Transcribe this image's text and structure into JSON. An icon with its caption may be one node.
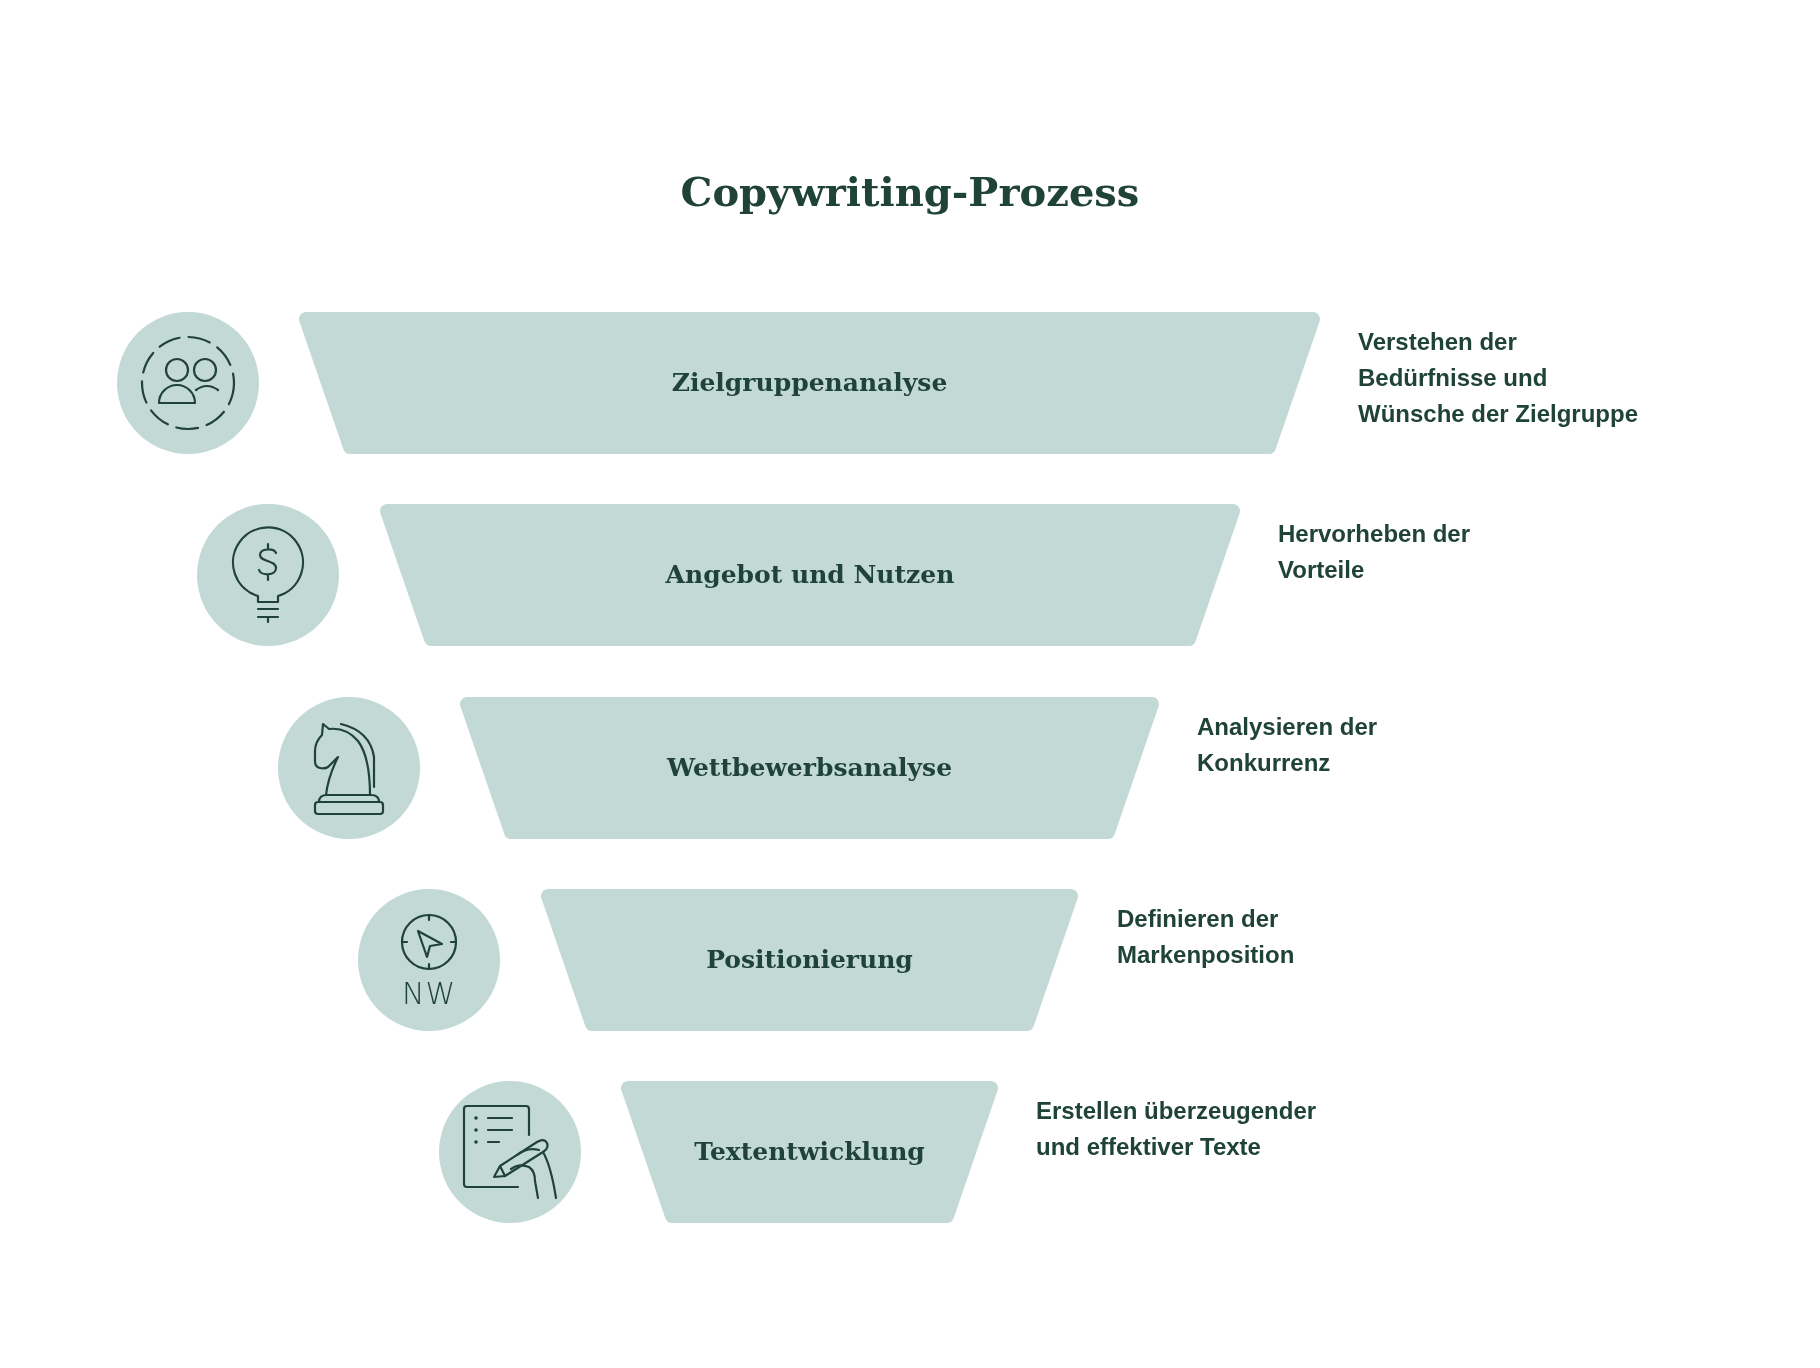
{
  "diagram": {
    "title": "Copywriting-Prozess",
    "nodes": [
      {
        "text": [
          "Zielgruppenanalyse"
        ],
        "beside": [
          "Verstehen der Bedürfnisse und Wünsche der Zielgruppe"
        ]
      },
      {
        "text": [
          "Angebot und Nutzen"
        ],
        "beside": [
          "Hervorheben der Vorteile"
        ]
      },
      {
        "text": [
          "Wettbewerbsanalyse"
        ],
        "beside": [
          "Analysieren der Konkurrenz"
        ]
      },
      {
        "text": [
          "Positionierung"
        ],
        "beside": [
          "Definieren der Markenposition"
        ]
      },
      {
        "text": [
          "Textentwicklung"
        ],
        "beside": [
          "Erstellen überzeugender und effektiver Texte"
        ]
      }
    ],
    "labels": [
      "NW"
    ]
  }
}
